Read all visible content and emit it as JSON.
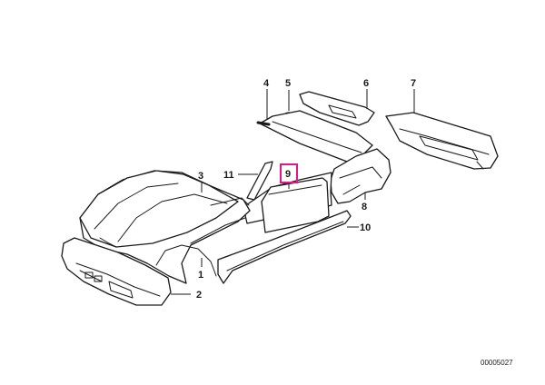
{
  "diagram": {
    "callouts": {
      "c1": "1",
      "c2": "2",
      "c3": "3",
      "c4": "4",
      "c5": "5",
      "c6": "6",
      "c7": "7",
      "c8": "8",
      "c9": "9",
      "c10": "10",
      "c11": "11"
    },
    "highlighted_callout": "9",
    "highlight_color": "#e0168c",
    "reference_number": "00005027"
  }
}
